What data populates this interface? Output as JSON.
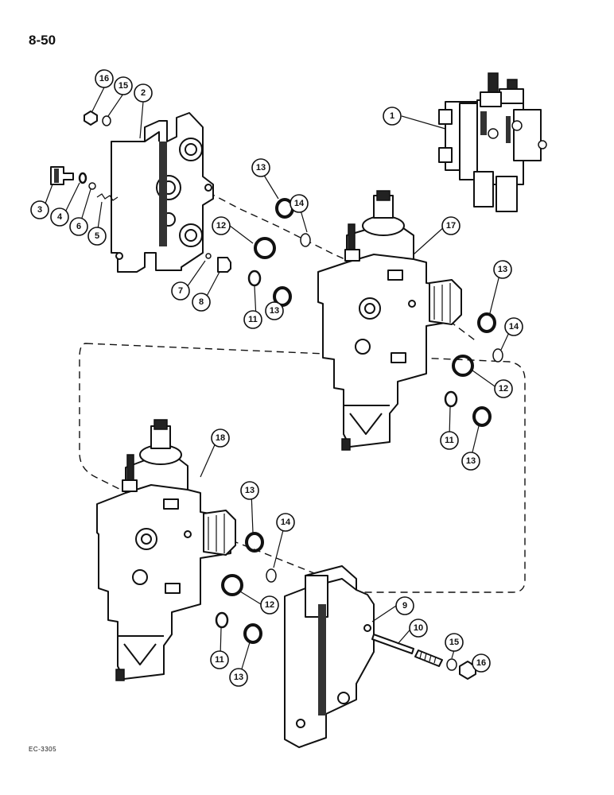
{
  "page": {
    "number": "8-50",
    "drawing_code": "EC-3305"
  },
  "callouts": {
    "c1": "1",
    "c2": "2",
    "c3": "3",
    "c4": "4",
    "c5": "5",
    "c6": "6",
    "c7": "7",
    "c8": "8",
    "c9": "9",
    "c10": "10",
    "c11a": "11",
    "c11b": "11",
    "c11c": "11",
    "c12a": "12",
    "c12b": "12",
    "c12c": "12",
    "c13a": "13",
    "c13b": "13",
    "c13c": "13",
    "c13d": "13",
    "c13e": "13",
    "c13f": "13",
    "c14a": "14",
    "c14b": "14",
    "c14c": "14",
    "c15a": "15",
    "c15b": "15",
    "c16a": "16",
    "c16b": "16",
    "c17": "17",
    "c18": "18"
  }
}
